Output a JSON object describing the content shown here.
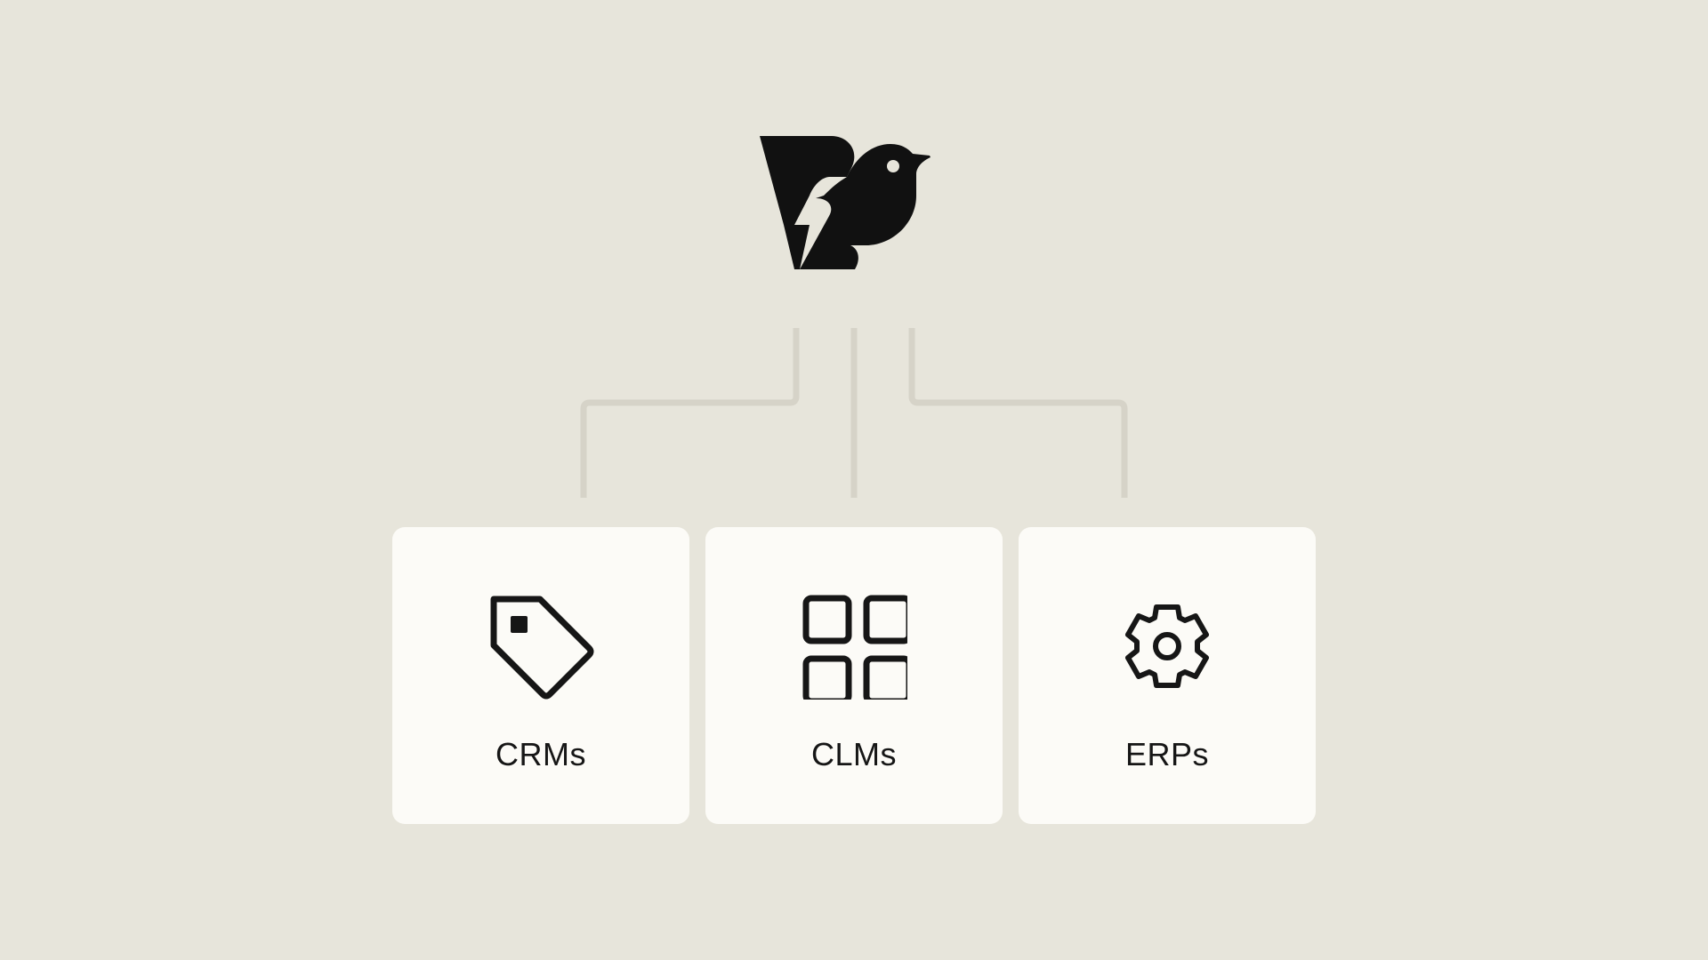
{
  "diagram": {
    "logo": {
      "icon": "bird-icon",
      "color": "#111111"
    },
    "connector_color": "#d6d3c8",
    "background_color": "#e7e5db",
    "card_color": "#fcfbf7",
    "cards": [
      {
        "label": "CRMs",
        "icon": "tag-icon"
      },
      {
        "label": "CLMs",
        "icon": "grid-icon"
      },
      {
        "label": "ERPs",
        "icon": "gear-icon"
      }
    ]
  }
}
